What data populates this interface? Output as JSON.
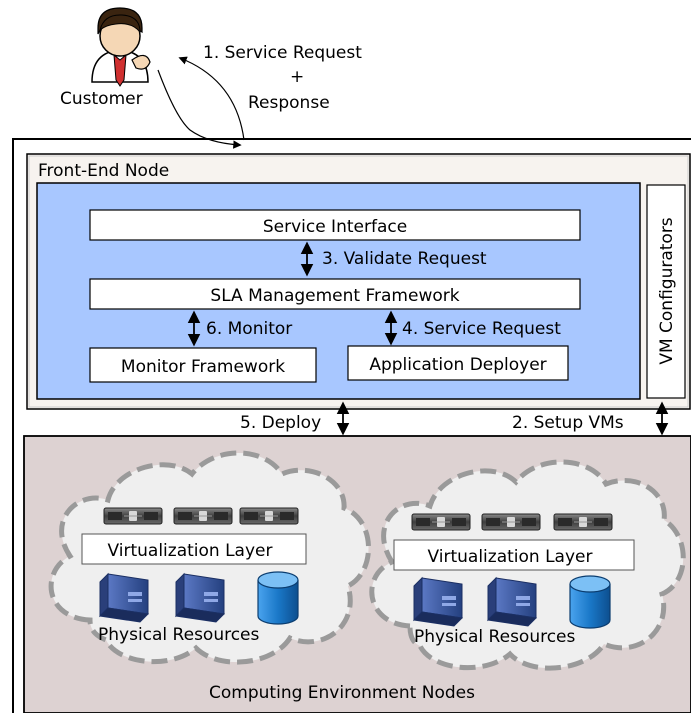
{
  "actors": {
    "customer": {
      "label": "Customer"
    }
  },
  "arrows": {
    "request_line1": "1. Service Request",
    "request_line2": "+",
    "request_line3": "Response",
    "validate": "3. Validate Request",
    "monitor": "6. Monitor",
    "service_request": "4. Service Request",
    "deploy": "5. Deploy",
    "setup_vms": "2. Setup VMs"
  },
  "front_end": {
    "title": "Front-End Node",
    "service_interface": "Service Interface",
    "sla_framework": "SLA Management Framework",
    "monitor_framework": "Monitor Framework",
    "application_deployer": "Application Deployer",
    "vm_configurators": "VM Configurators"
  },
  "computing": {
    "title": "Computing Environment Nodes",
    "clouds": [
      {
        "virtualization": "Virtualization Layer",
        "physical": "Physical Resources"
      },
      {
        "virtualization": "Virtualization Layer",
        "physical": "Physical Resources"
      }
    ]
  },
  "colors": {
    "front_end_inner": "#a8c7ff",
    "front_end_bg": "#f7f3ef",
    "computing_bg": "#ddd2d2",
    "cloud_fill": "#efefef",
    "cloud_dash": "#9a9a9a",
    "server": "#4e4e4e",
    "physical_server": "#2f4d9a",
    "database": "#1a78c8"
  },
  "icons": {
    "customer": "person-icon",
    "rack_server": "rack-server-icon",
    "physical_server": "server-icon",
    "database": "database-icon"
  }
}
